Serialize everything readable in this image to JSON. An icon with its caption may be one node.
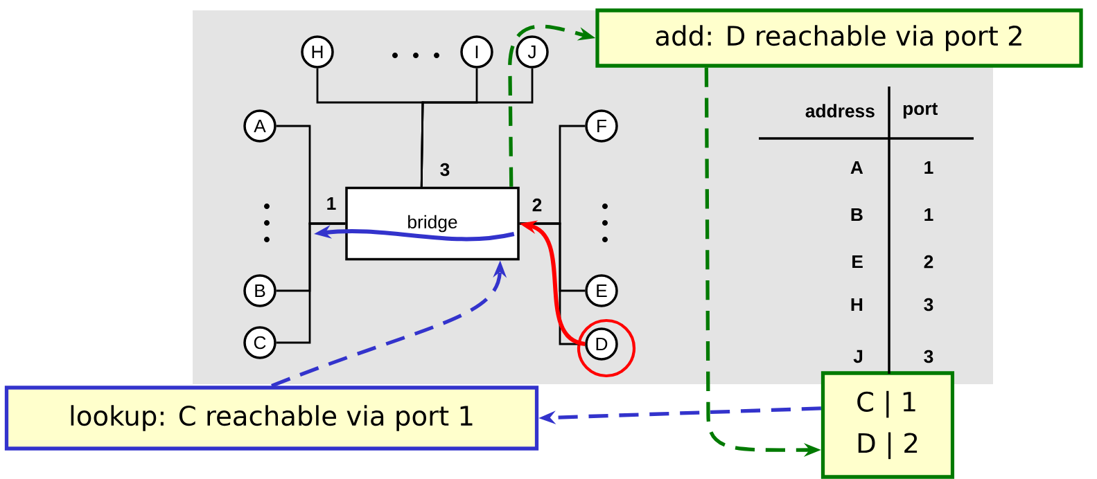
{
  "diagram": {
    "nodes": [
      {
        "text": [
          "H"
        ]
      },
      {
        "text": [
          "I"
        ]
      },
      {
        "text": [
          "J"
        ]
      },
      {
        "text": [
          "A"
        ]
      },
      {
        "text": [
          "B"
        ]
      },
      {
        "text": [
          "C"
        ]
      },
      {
        "text": [
          "F"
        ]
      },
      {
        "text": [
          "E"
        ]
      },
      {
        "text": [
          "D"
        ]
      },
      {
        "text": [
          "bridge"
        ]
      },
      {
        "text": [
          "add: D reachable via port 2"
        ]
      },
      {
        "text": [
          "lookup: C reachable via port 1"
        ]
      },
      {
        "text": [
          "C | 1",
          "D | 2"
        ]
      }
    ],
    "edges": [
      {
        "from": 0,
        "to": 9,
        "arrow": "none"
      },
      {
        "from": 1,
        "to": 9,
        "arrow": "none"
      },
      {
        "from": 2,
        "to": 9,
        "arrow": "none"
      },
      {
        "from": 3,
        "to": 9,
        "arrow": "none"
      },
      {
        "from": 4,
        "to": 9,
        "arrow": "none"
      },
      {
        "from": 5,
        "to": 9,
        "arrow": "none"
      },
      {
        "from": 6,
        "to": 9,
        "arrow": "none"
      },
      {
        "from": 7,
        "to": 9,
        "arrow": "none"
      },
      {
        "from": 8,
        "to": 9,
        "arrow": "none"
      },
      {
        "from": 8,
        "to": 9,
        "arrow": "to",
        "style": "thick",
        "color": "#ff0000"
      },
      {
        "from": 9,
        "to": null,
        "arrow": "to",
        "style": "thick",
        "color": "#3333cc"
      },
      {
        "from": 11,
        "to": 9,
        "arrow": "to",
        "style": "dashed",
        "color": "#3333cc"
      },
      {
        "from": 12,
        "to": 11,
        "arrow": "to",
        "style": "dashed",
        "color": "#3333cc"
      },
      {
        "from": 9,
        "to": 10,
        "arrow": "to",
        "style": "dashed",
        "color": "#007a00"
      },
      {
        "from": 10,
        "to": 12,
        "arrow": "to",
        "style": "dashed",
        "color": "#007a00"
      }
    ],
    "labels": [
      "1",
      "2",
      "3",
      "address",
      "port",
      "A",
      "1",
      "B",
      "1",
      "E",
      "2",
      "H",
      "3",
      "J",
      "3"
    ]
  }
}
